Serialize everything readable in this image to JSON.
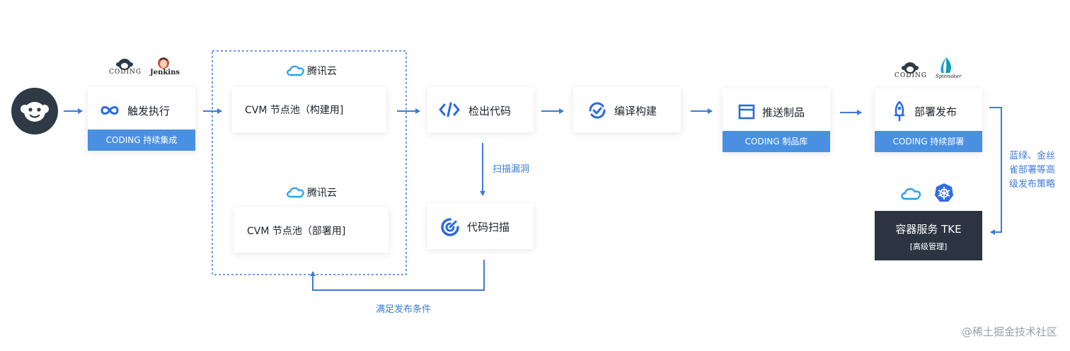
{
  "trigger": {
    "title": "触发执行",
    "band": "CODING 持续集成",
    "logo_coding": "CODING",
    "logo_jenkins": "Jenkins"
  },
  "pool": {
    "cloud_label_top": "腾讯云",
    "cloud_label_bottom": "腾讯云",
    "build_pool": "CVM 节点池（构建用]",
    "deploy_pool": "CVM 节点池（部署用]"
  },
  "checkout": {
    "title": "检出代码"
  },
  "scan_edge": {
    "label": "扫描漏洞"
  },
  "scan": {
    "title": "代码扫描"
  },
  "release_edge": {
    "label": "满足发布条件"
  },
  "build": {
    "title": "编译构建"
  },
  "push": {
    "title": "推送制品",
    "band": "CODING 制品库"
  },
  "deploy": {
    "title": "部署发布",
    "band": "CODING 持续部署",
    "logo_coding": "CODING",
    "logo_spinnaker": "Spinnaker"
  },
  "strategy": {
    "line1": "蓝绿、金丝",
    "line2": "雀部署等高",
    "line3": "级发布策略"
  },
  "tke": {
    "title": "容器服务 TKE",
    "subtitle": "[高级管理]"
  },
  "watermark": "@稀土掘金技术社区",
  "colors": {
    "accent": "#3d7bd9",
    "band": "#4a90e2",
    "dark": "#2b3440",
    "avatar": "#2f3a46"
  },
  "icons": [
    "coding-monkey-avatar-icon",
    "infinity-icon",
    "tencent-cloud-icon",
    "code-brackets-icon",
    "scan-icon",
    "build-check-icon",
    "artifact-box-icon",
    "rocket-icon",
    "kubernetes-icon",
    "spinnaker-icon",
    "jenkins-icon"
  ]
}
